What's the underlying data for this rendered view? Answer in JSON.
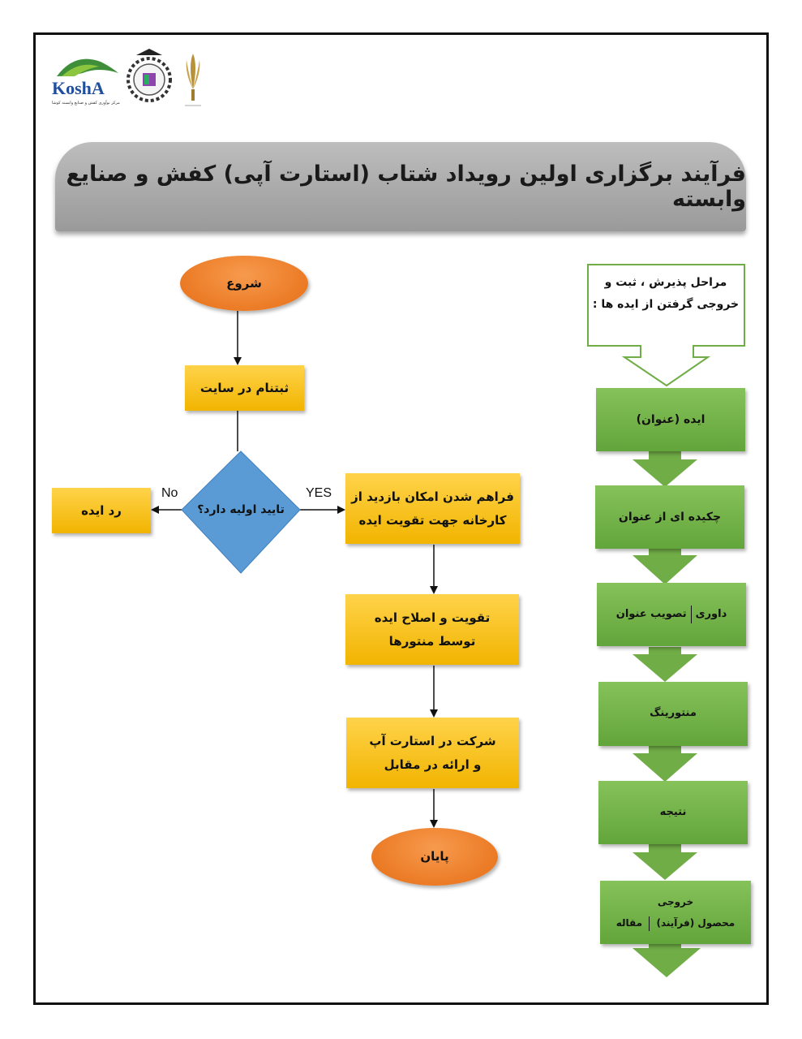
{
  "title": "فرآیند برگزاری اولین رویداد شتاب (استارت آپی) کفش و صنایع وابسته",
  "logos": {
    "kosha_text": "KoshA",
    "kosha_subtitle": "مرکز نوآوری کفش و صنایع وابسته کوشا"
  },
  "flowchart": {
    "start": "شروع",
    "register": "ثبتنام در سایت",
    "decision": "تایید اولیه دارد؟",
    "yes_label": "YES",
    "no_label": "No",
    "reject": "رد ایده",
    "visit_line1": "فراهم شدن امکان بازدید از",
    "visit_line2": "کارخانه جهت تقویت ایده",
    "improve_line1": "تقویت و اصلاح ایده",
    "improve_line2": "توسط منتورها",
    "participate_line1": "شرکت در استارت آپ",
    "participate_line2": "و ارائه در مقابل",
    "end": "پایان"
  },
  "stages": {
    "callout_line1": "مراحل پذیرش ، ثبت و",
    "callout_line2": "خروجی گرفتن از ایده ها :",
    "idea": "ایده (عنوان)",
    "abstract": "چکیده ای از عنوان",
    "review_a": "داوری",
    "review_b": "تصویب عنوان",
    "mentoring": "منتورینگ",
    "result": "نتیجه",
    "output_title": "خروجی",
    "output_a": "محصول (فرآیند)",
    "output_b": "مقاله"
  },
  "colors": {
    "start_end": "#f07f26",
    "process": "#f7c21b",
    "decision": "#5b9bd5",
    "stage": "#70ad47",
    "title_bar": "#a9a9a9"
  }
}
